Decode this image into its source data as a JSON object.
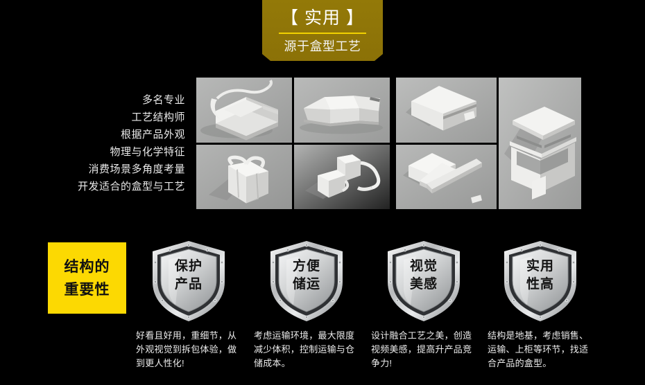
{
  "banner": {
    "title": "【 实用 】",
    "subtitle": "源于盒型工艺",
    "bg_color": "#8e7408",
    "rule_color": "#f2d200"
  },
  "intro": {
    "lines": [
      "多名专业",
      "工艺结构师",
      "根据产品外观",
      "物理与化学特征",
      "消费场景多角度考量",
      "开发适合的盒型与工艺"
    ]
  },
  "photos": {
    "left_group": [
      {
        "name": "open-box-with-ribbon-angled"
      },
      {
        "name": "sliding-drawer-box-flat"
      },
      {
        "name": "cube-gift-box-with-bow"
      },
      {
        "name": "stepped-box-with-ribbon"
      }
    ],
    "right_group": [
      {
        "name": "closed-lid-box-with-tab"
      },
      {
        "name": "sliding-lid-box-open"
      },
      {
        "name": "tall-open-lid-box"
      }
    ]
  },
  "callout": {
    "lines": [
      "结构的",
      "重要性"
    ],
    "bg_color": "#fcd902",
    "text_color": "#111111"
  },
  "badges": [
    {
      "shield_lines": [
        "保护",
        "产品"
      ],
      "caption": "好看且好用，重细节，从外观视觉到拆包体验，做到更人性化!"
    },
    {
      "shield_lines": [
        "方便",
        "储运"
      ],
      "caption": "考虑运输环境，最大限度减少体积，控制运输与仓储成本。"
    },
    {
      "shield_lines": [
        "视觉",
        "美感"
      ],
      "caption": "设计融合工艺之美，创造视频美感，提高升产品竞争力!"
    },
    {
      "shield_lines": [
        "实用",
        "性高"
      ],
      "caption": "结构是地基，考虑销售、运输、上柜等环节，找适合产品的盒型。"
    }
  ]
}
